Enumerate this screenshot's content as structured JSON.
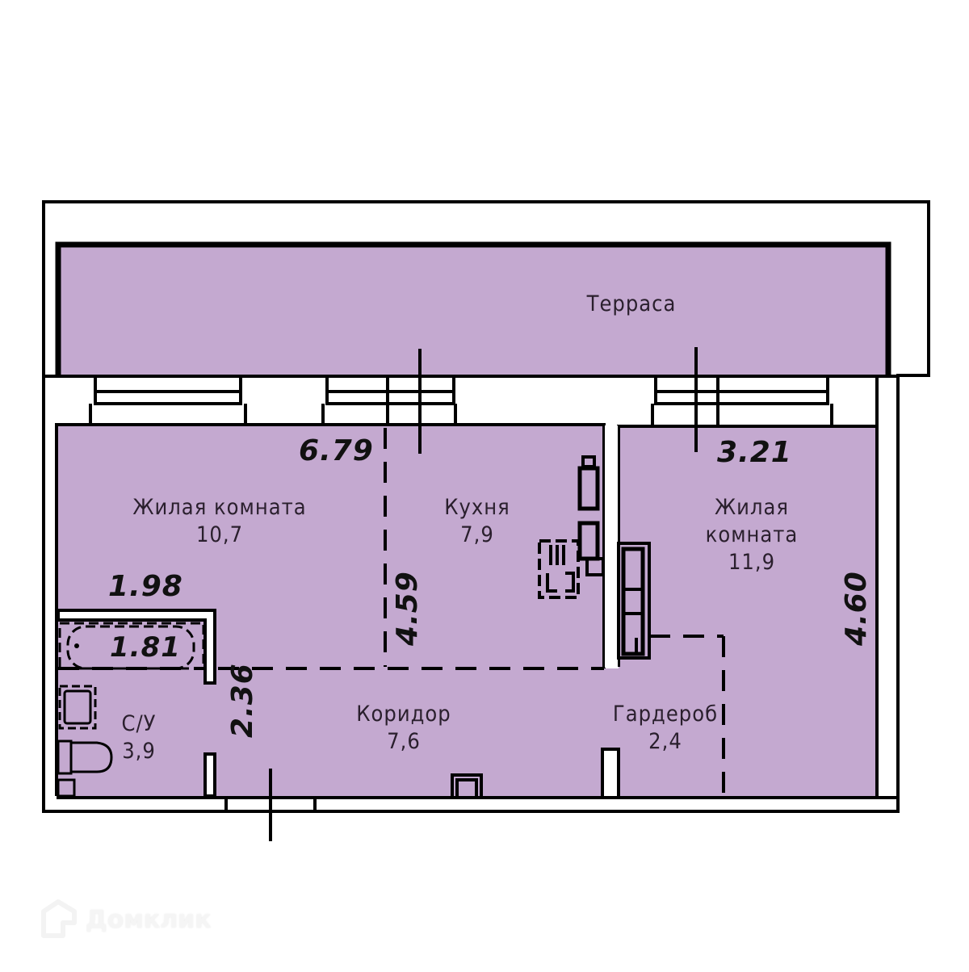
{
  "plan": {
    "fill_color": "#c4a9d0",
    "wall_color": "#000000",
    "rooms": [
      {
        "id": "terrace",
        "name": "Терраса",
        "area": ""
      },
      {
        "id": "living-room-1",
        "name": "Жилая комната",
        "area": "10,7"
      },
      {
        "id": "kitchen",
        "name": "Кухня",
        "area": "7,9"
      },
      {
        "id": "living-room-2",
        "name_line1": "Жилая",
        "name_line2": "комната",
        "area": "11,9"
      },
      {
        "id": "bathroom",
        "name": "С/У",
        "area": "3,9"
      },
      {
        "id": "corridor",
        "name": "Коридор",
        "area": "7,6"
      },
      {
        "id": "wardrobe",
        "name": "Гардероб",
        "area": "2,4"
      }
    ],
    "dimensions": {
      "living1_width": "6.79",
      "living2_width": "3.21",
      "bath_width": "1.98",
      "bathtub": "1.81",
      "kitchen_height": "4.59",
      "living2_height": "4.60",
      "corridor_height": "2.36"
    }
  },
  "watermark": {
    "icon": "house-logo-icon",
    "text": "Домклик"
  }
}
